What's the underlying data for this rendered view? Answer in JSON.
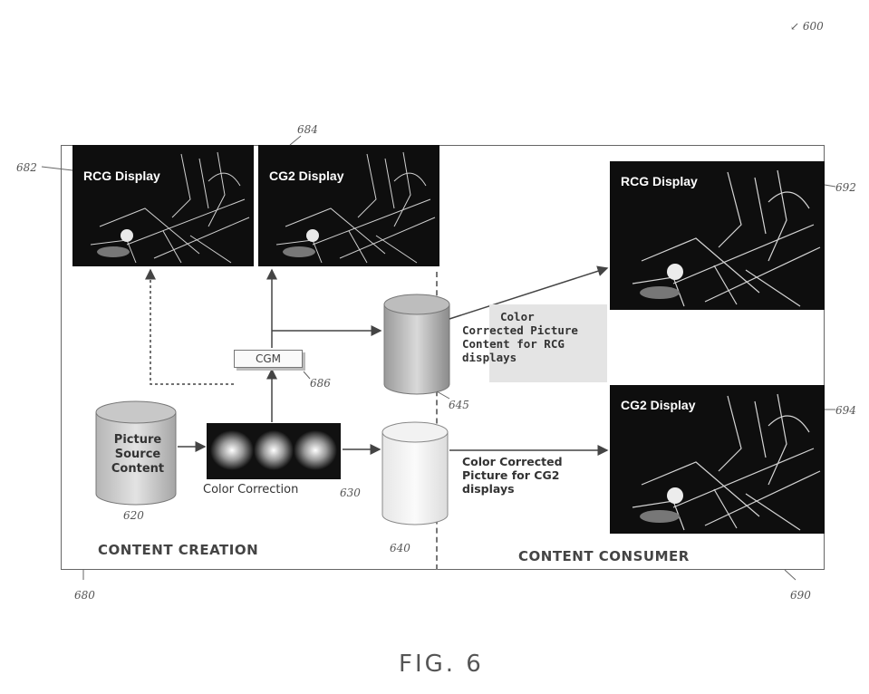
{
  "figure_number": "600",
  "panels": {
    "creation_rcg": {
      "label": "RCG Display"
    },
    "creation_cg2": {
      "label": "CG2 Display"
    },
    "consumer_rcg": {
      "label": "RCG Display"
    },
    "consumer_cg2": {
      "label": "CG2 Display"
    }
  },
  "cgm_label": "CGM",
  "picture_source": {
    "lines": [
      "Picture",
      "Source",
      "Content"
    ]
  },
  "color_correction_label": "Color Correction",
  "rcg_content_label": [
    "Color",
    "Corrected Picture",
    "Content for RCG",
    "displays"
  ],
  "cg2_content_label": [
    "Color Corrected",
    "Picture for CG2",
    "displays"
  ],
  "sections": {
    "creation": "CONTENT CREATION",
    "consumer": "CONTENT CONSUMER"
  },
  "refs": {
    "r682": "682",
    "r684": "684",
    "r686": "686",
    "r620": "620",
    "r630": "630",
    "r640": "640",
    "r645": "645",
    "r692": "692",
    "r694": "694",
    "r680": "680",
    "r690": "690"
  },
  "figure_title": "FIG. 6"
}
